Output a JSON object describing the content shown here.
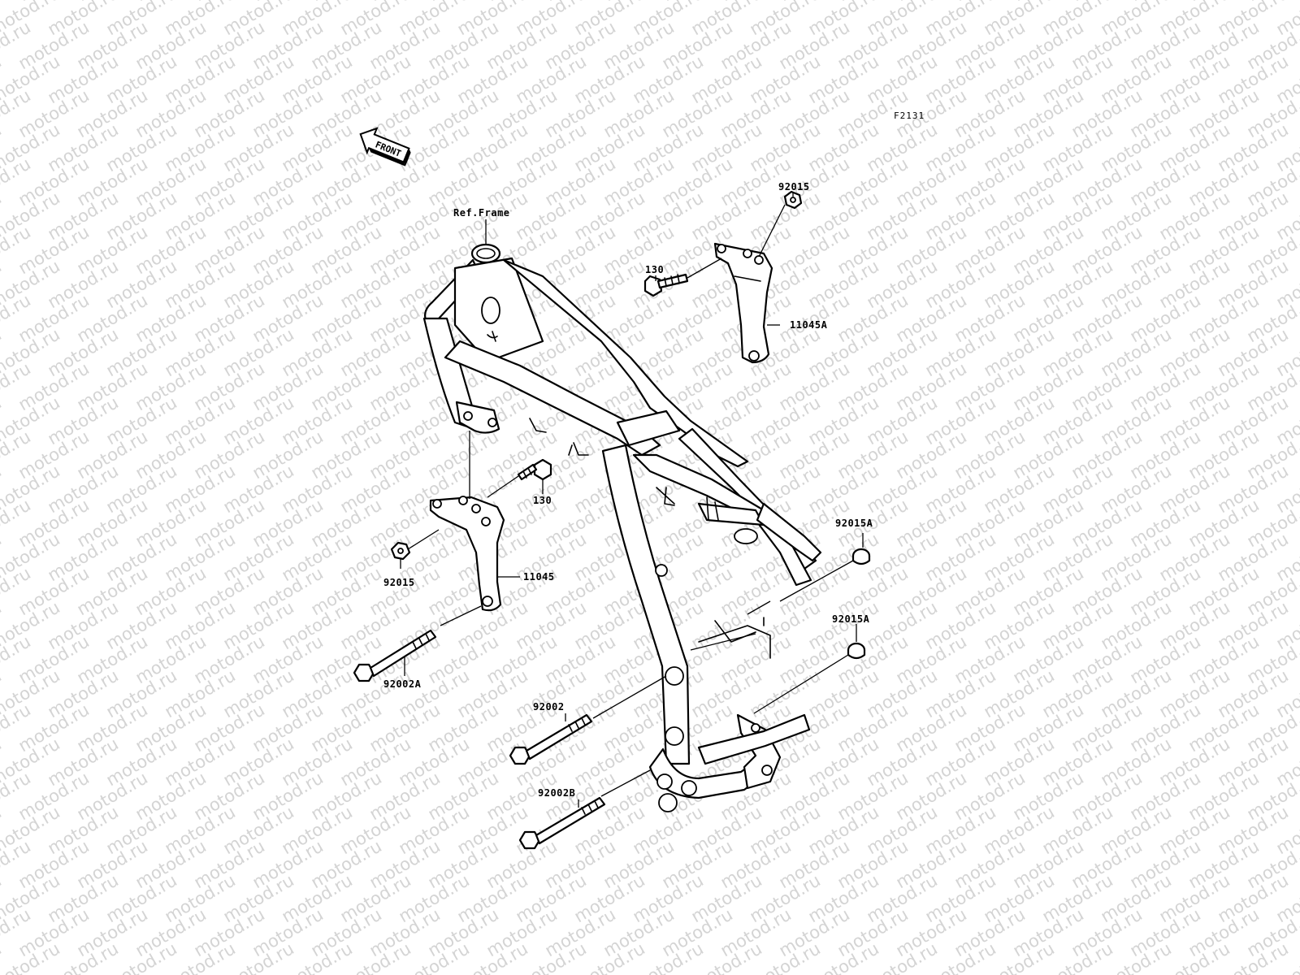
{
  "diagram": {
    "code": "F2131",
    "front_arrow_text": "FRONT",
    "watermark_text": "motod.ru",
    "labels": {
      "ref_frame": "Ref.Frame",
      "part_92015_top": "92015",
      "part_130_top": "130",
      "part_11045A": "11045A",
      "part_130_mid": "130",
      "part_11045": "11045",
      "part_92015_left": "92015",
      "part_92015A_upper": "92015A",
      "part_92015A_lower": "92015A",
      "part_92002A": "92002A",
      "part_92002": "92002",
      "part_92002B": "92002B"
    }
  }
}
